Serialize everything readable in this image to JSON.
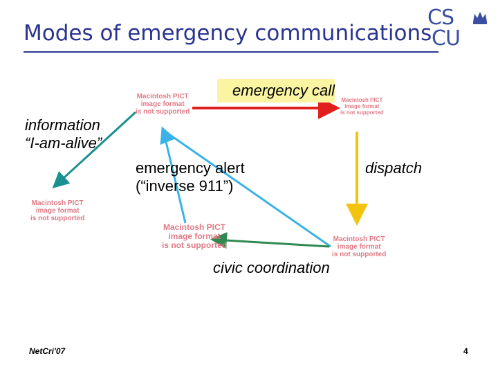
{
  "slide": {
    "title": "Modes of emergency communications",
    "logo": {
      "line1": "CS",
      "line2": "CU"
    },
    "labels": {
      "emergency_call": "emergency call",
      "information_line1": "information",
      "information_line2": "“I-am-alive”",
      "emergency_alert_line1": "emergency alert",
      "emergency_alert_line2": "(“inverse 911”)",
      "dispatch": "dispatch",
      "civic_coordination": "civic coordination"
    },
    "placeholder": {
      "line1": "Macintosh PICT",
      "line2": "image format",
      "line3": "is not supported"
    },
    "arrow_colors": {
      "emergency_call": "#e0201c",
      "information": "#1a9090",
      "emergency_alert": "#3ab2e8",
      "dispatch": "#f2c40e",
      "civic_coordination": "#2e8a50"
    },
    "footer": {
      "left": "NetCri'07",
      "page": "4"
    }
  }
}
